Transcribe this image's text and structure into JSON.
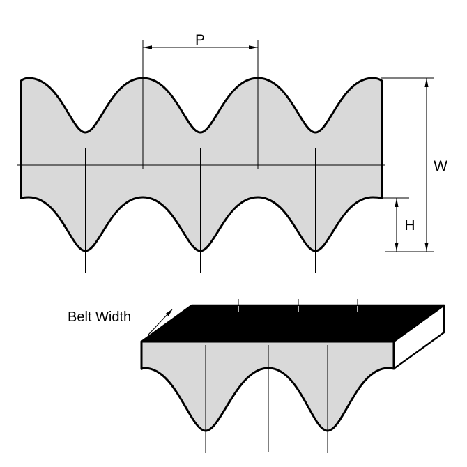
{
  "labels": {
    "pitch": "P",
    "overall_height": "W",
    "tooth_height": "H",
    "belt_width": "Belt Width"
  },
  "colors": {
    "belt_fill": "#d9d9d9",
    "top_face_fill": "#000000",
    "outline": "#000000",
    "background": "#ffffff"
  }
}
